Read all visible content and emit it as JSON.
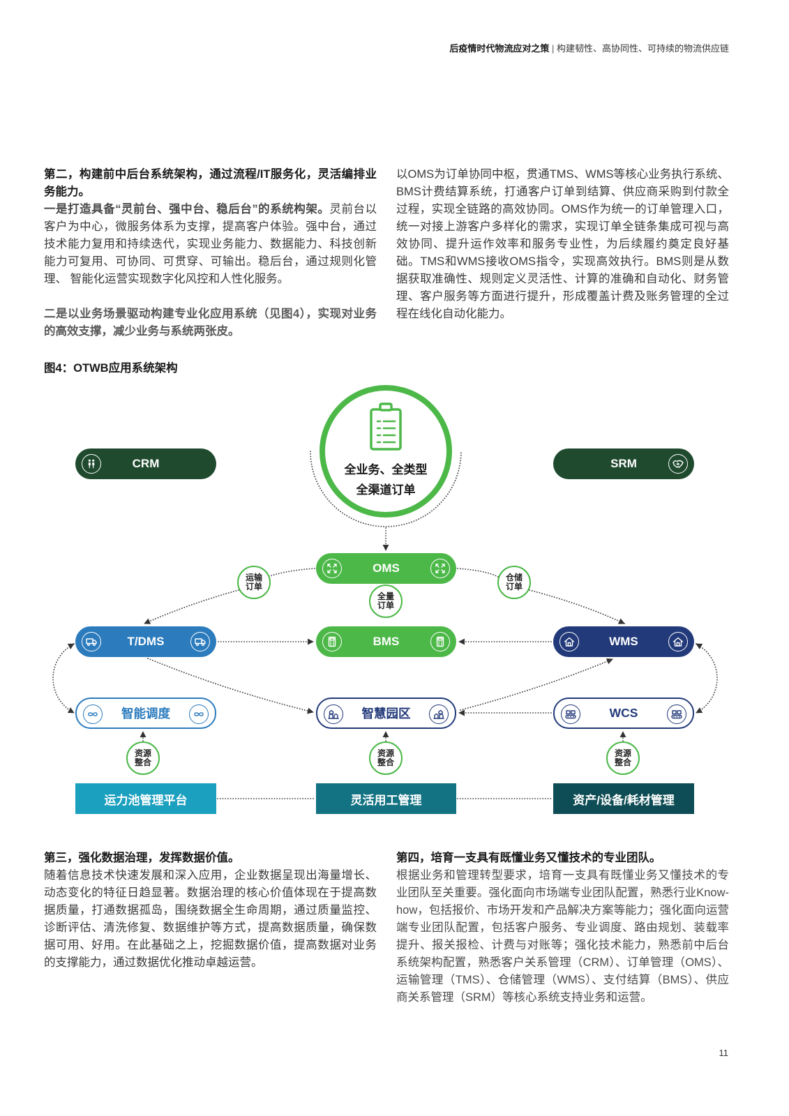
{
  "header": {
    "title": "后疫情时代物流应对之策",
    "separator": "|",
    "subtitle": "构建韧性、高协同性、可持续的物流供应链"
  },
  "section2": {
    "heading": "第二，构建前中后台系统架构，通过流程/IT服务化，灵活编排业务能力。",
    "point1_lead": "一是打造具备“灵前台、强中台、稳后台”的系统构架。",
    "point1_body": "灵前台以客户为中心，微服务体系为支撑，提高客户体验。强中台，通过技术能力复用和持续迭代，实现业务能力、数据能力、科技创新能力可复用、可协同、可贯穿、可输出。稳后台，通过规则化管理、 智能化运营实现数字化风控和人性化服务。",
    "point2": "二是以业务场景驱动构建专业化应用系统（见图4），实现对业务的高效支撑，减少业务与系统两张皮。",
    "right_paragraph": "以OMS为订单协同中枢，贯通TMS、WMS等核心业务执行系统、BMS计费结算系统，打通客户订单到结算、供应商采购到付款全过程，实现全链路的高效协同。OMS作为统一的订单管理入口，统一对接上游客户多样化的需求，实现订单全链条集成可视与高效协同、提升运作效率和服务专业性，为后续履约奠定良好基础。TMS和WMS接收OMS指令，实现高效执行。BMS则是从数据获取准确性、规则定义灵活性、计算的准确和自动化、财务管理、客户服务等方面进行提升，形成覆盖计费及账务管理的全过程在线化自动化能力。"
  },
  "figure": {
    "caption": "图4：OTWB应用系统架构",
    "center": {
      "icon": "clipboard-icon",
      "line1": "全业务、全类型",
      "line2": "全渠道订单"
    },
    "nodes": {
      "crm": {
        "label": "CRM",
        "icon": "people-icon"
      },
      "srm": {
        "label": "SRM",
        "icon": "handshake-icon"
      },
      "oms": {
        "label": "OMS",
        "icon": "expand-icon"
      },
      "bms": {
        "label": "BMS",
        "icon": "calculator-icon"
      },
      "tdms": {
        "label": "T/DMS",
        "icon": "truck-icon"
      },
      "wms": {
        "label": "WMS",
        "icon": "warehouse-icon"
      },
      "dispatch": {
        "label": "智能调度",
        "icon": "link-icon"
      },
      "park": {
        "label": "智慧园区",
        "icon": "buildings-icon"
      },
      "wcs": {
        "label": "WCS",
        "icon": "conveyor-icon"
      }
    },
    "platforms": {
      "capacity": "运力池管理平台",
      "workforce": "灵活用工管理",
      "assets": "资产/设备/耗材管理"
    },
    "tags": {
      "transport_order": "运输订单",
      "warehouse_order": "仓储订单",
      "full_order": "全量订单",
      "resource_labels": [
        "资源整合",
        "资源整合",
        "资源整合"
      ]
    },
    "colors": {
      "green": "#4cb848",
      "dark_green": "#1f4a2e",
      "blue": "#2b7bbd",
      "navy": "#233a7a",
      "teal_light": "#1ca0bf",
      "teal": "#137383",
      "teal_dark": "#0e4d55"
    }
  },
  "section3": {
    "heading": "第三，强化数据治理，发挥数据价值。",
    "body": "随着信息技术快速发展和深入应用，企业数据呈现出海量增长、动态变化的特征日趋显著。数据治理的核心价值体现在于提高数据质量，打通数据孤岛，围绕数据全生命周期，通过质量监控、诊断评估、清洗修复、数据维护等方式，提高数据质量，确保数据可用、好用。在此基础之上，挖掘数据价值，提高数据对业务的支撑能力，通过数据优化推动卓越运营。"
  },
  "section4": {
    "heading": "第四，培育一支具有既懂业务又懂技术的专业团队。",
    "body": "根据业务和管理转型要求，培育一支具有既懂业务又懂技术的专业团队至关重要。强化面向市场端专业团队配置，熟悉行业Know-how，包括报价、市场开发和产品解决方案等能力；强化面向运营端专业团队配置，包括客户服务、专业调度、路由规划、装载率提升、报关报检、计费与对账等；强化技术能力，熟悉前中后台系统架构配置，熟悉客户关系管理（CRM）、订单管理（OMS）、运输管理（TMS）、仓储管理（WMS）、支付结算（BMS）、供应商关系管理（SRM）等核心系统支持业务和运营。"
  },
  "page_number": "11"
}
